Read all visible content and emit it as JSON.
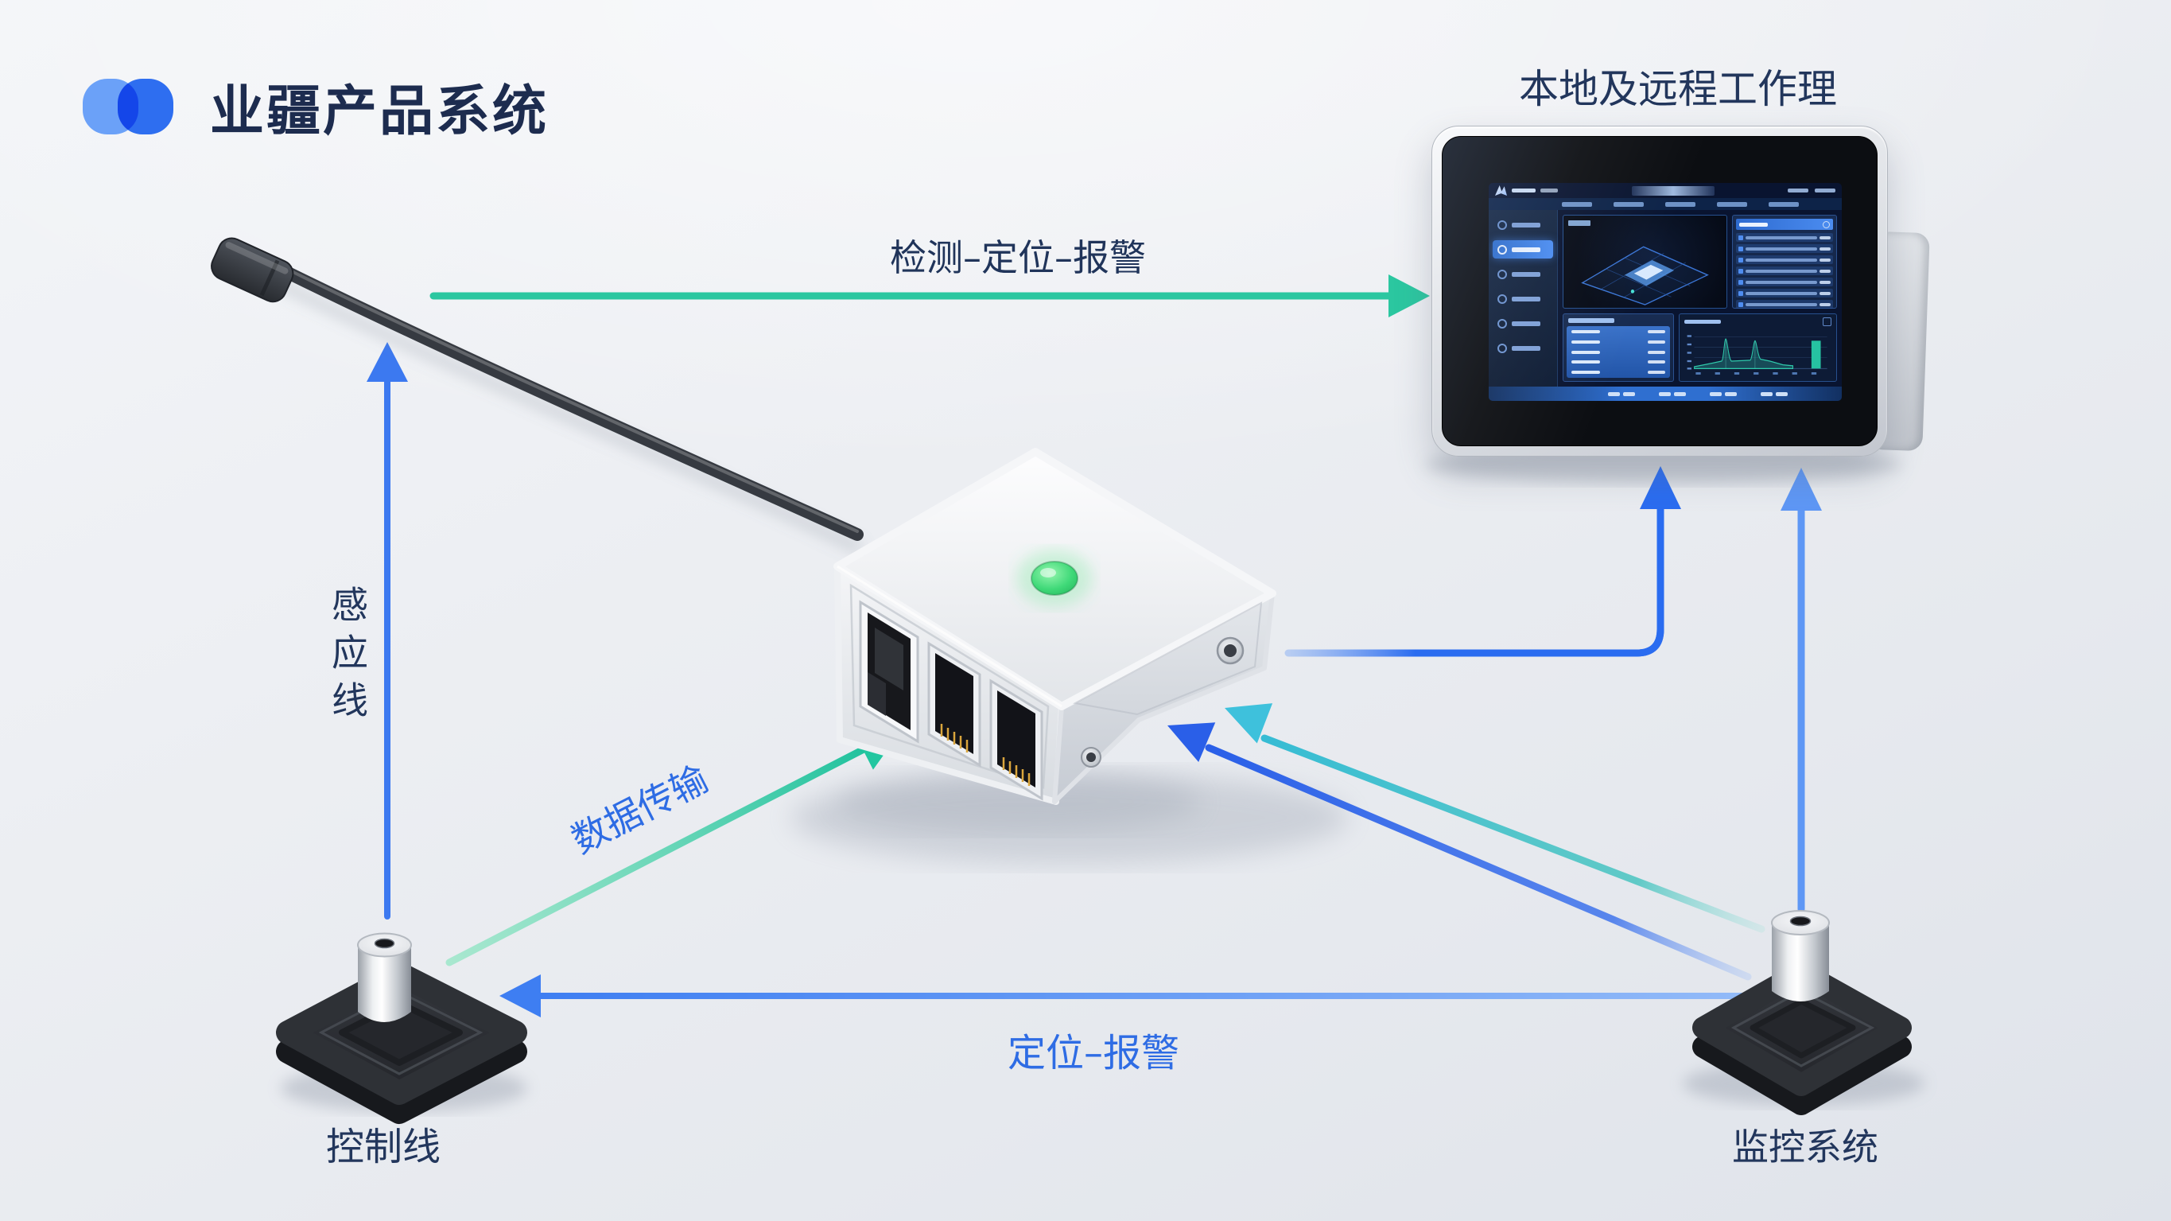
{
  "brand": {
    "title": "业疆产品系统",
    "title_color": "#1d2c4f",
    "logo": {
      "left_color": "#6ba1f8",
      "right_color": "#2e6ef0"
    }
  },
  "monitor": {
    "caption": "本地及远程工作理",
    "dashboard": {
      "accent": "#2f6fd0",
      "teal": "#27c7a5",
      "nav_tabs": 5,
      "sidebar_items": 6,
      "active_sidebar_index": 1,
      "alert_rows": 7,
      "table_rows": 5,
      "footer_items": 4
    }
  },
  "hub": {
    "led_color": "#35d46f",
    "port_count": 3
  },
  "sensors": {
    "left": {
      "label": "控制线"
    },
    "right": {
      "label": "监控系统"
    }
  },
  "flows": {
    "detect": {
      "label": "检测–定位–报警",
      "color": "#2bc7a0",
      "label_color": "#20345a"
    },
    "sense": {
      "label": "感应线",
      "color": "#3c79f0",
      "label_color": "#22365c"
    },
    "data": {
      "label": "数据传输",
      "color": "#2bc7a0",
      "label_color": "#2e6ce4"
    },
    "locate": {
      "label": "定位–报警",
      "color": "#4d8cf4",
      "label_color": "#2e6ce4"
    },
    "hub_to_monitor": {
      "color": "#2a6cf0"
    },
    "sensor_to_monitor": {
      "color": "#5e97f5"
    },
    "sensor_to_hub_blue": {
      "color": "#2a5fe8"
    },
    "sensor_to_hub_teal": {
      "color": "#3ec1dc"
    }
  }
}
